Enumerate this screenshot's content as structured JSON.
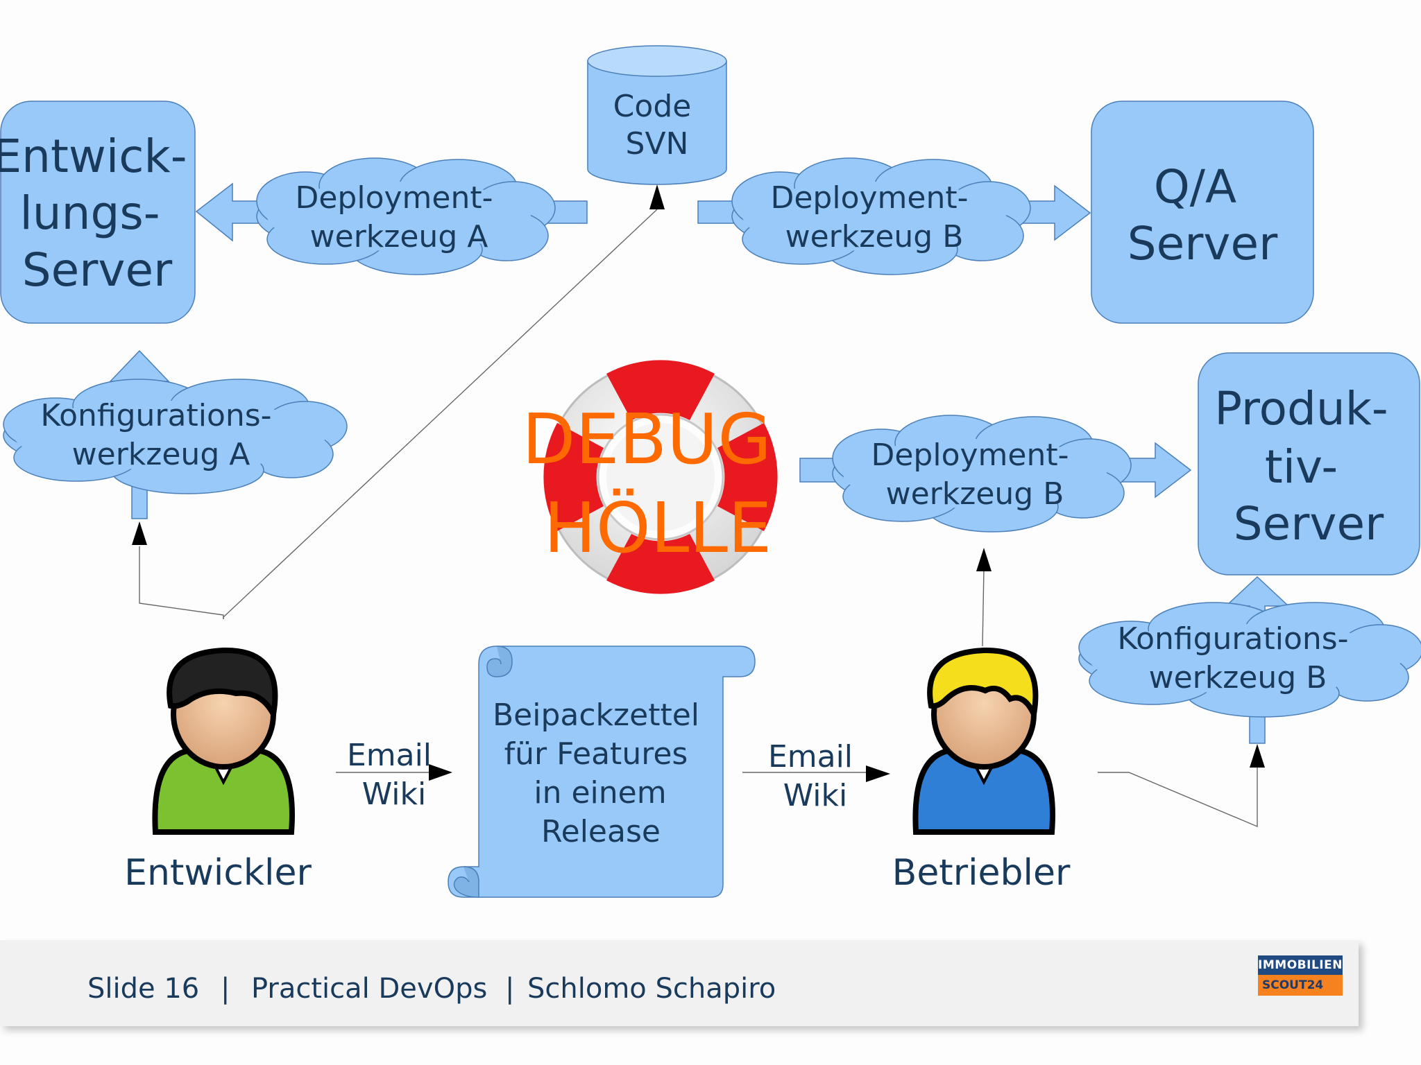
{
  "nodes": {
    "dev_server": [
      "Entwick-",
      "lungs-",
      "Server"
    ],
    "code_svn": [
      "Code",
      "SVN"
    ],
    "qa_server": [
      "Q/A",
      "Server"
    ],
    "prod_server": [
      "Produk-",
      "tiv-",
      "Server"
    ],
    "deploy_a": [
      "Deployment-",
      "werkzeug A"
    ],
    "deploy_b_top": [
      "Deployment-",
      "werkzeug B"
    ],
    "deploy_b_mid": [
      "Deployment-",
      "werkzeug B"
    ],
    "config_a": [
      "Konfigurations-",
      "werkzeug A"
    ],
    "config_b": [
      "Konfigurations-",
      "werkzeug B"
    ],
    "debug": [
      "DEBUG",
      "HÖLLE"
    ],
    "scroll": [
      "Beipackzettel",
      "für Features",
      "in einem",
      "Release"
    ],
    "email_left": [
      "Email",
      "Wiki"
    ],
    "email_right": [
      "Email",
      "Wiki"
    ],
    "developer": "Entwickler",
    "operator": "Betriebler"
  },
  "footer": {
    "slide": "Slide 16",
    "sep1": "|",
    "talk": "Practical DevOps",
    "sep2": "|",
    "author": "Schlomo Schapiro"
  },
  "logo": {
    "top": "IMMOBILIEN",
    "bottom": "SCOUT24"
  },
  "colors": {
    "shape_fill": "#99c9f9",
    "shape_stroke": "#4a7fb8",
    "text": "#1a3a5c",
    "debug": "#ff6a00",
    "developer_shirt": "#7cc230",
    "operator_shirt": "#2f7fd6",
    "operator_hair": "#f5de1b",
    "lifebuoy_red": "#e8191f"
  },
  "icons": {
    "developer": "person-icon",
    "operator": "person-icon",
    "debug": "lifebuoy-icon"
  }
}
